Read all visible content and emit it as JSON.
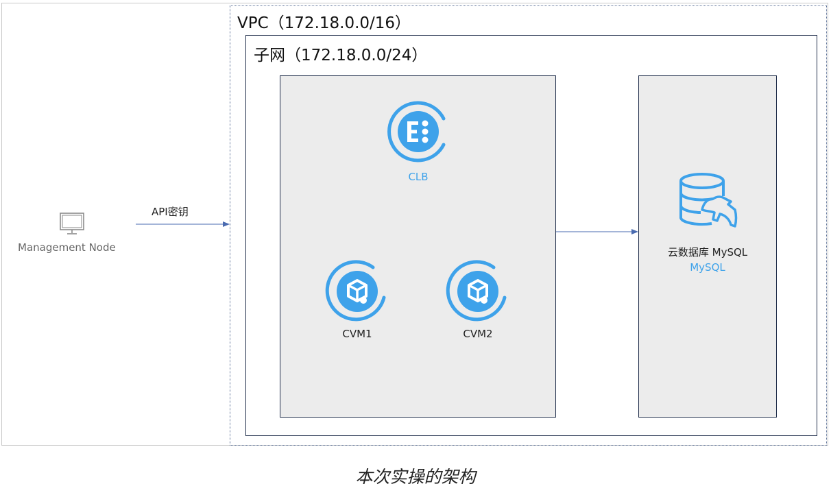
{
  "diagram": {
    "vpc_title": "VPC（172.18.0.0/16）",
    "subnet_title": "子网（172.18.0.0/24）",
    "management_node": {
      "label": "Management Node",
      "icon": "monitor-icon"
    },
    "edge_api_key": {
      "label": "API密钥"
    },
    "clb": {
      "label": "CLB",
      "icon": "clb-icon"
    },
    "cvm1": {
      "label": "CVM1",
      "icon": "cvm-icon"
    },
    "cvm2": {
      "label": "CVM2",
      "icon": "cvm-icon"
    },
    "mysql": {
      "title": "云数据库 MySQL",
      "subtitle": "MySQL",
      "icon": "mysql-database-icon"
    },
    "caption": "本次实操的架构",
    "colors": {
      "icon_blue": "#3ea2ea",
      "border_dark": "#1f2d4a",
      "panel_bg": "#ececec",
      "arrow": "#4a6bb0"
    }
  }
}
